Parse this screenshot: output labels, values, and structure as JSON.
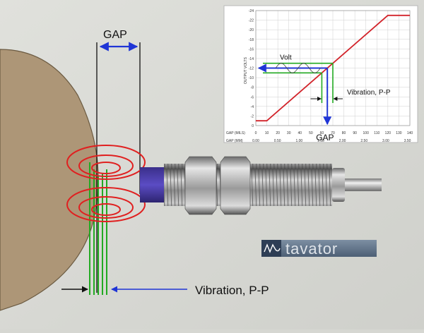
{
  "labels": {
    "gap_top": "GAP",
    "vibration_bottom": "Vibration, P-P",
    "volt": "Volt",
    "vibration_inset": "Vibration, P-P",
    "gap_inset": "GAP"
  },
  "logo": {
    "text": "tavator"
  },
  "chart_data": {
    "type": "line",
    "ylabel": "OUTPUT VOLTS",
    "xaxis_mils": {
      "label": "GAP (MILS)",
      "ticks": [
        "0",
        "10",
        "20",
        "30",
        "40",
        "50",
        "60",
        "70",
        "80",
        "90",
        "100",
        "110",
        "120",
        "130",
        "140"
      ]
    },
    "xaxis_mm": {
      "label": "GAP (MM)",
      "ticks": [
        "0.00",
        "0.50",
        "1.00",
        "1.50",
        "2.00",
        "2.50",
        "3.00",
        "3.50"
      ]
    },
    "yticks": [
      "0",
      "-2",
      "-4",
      "-6",
      "-8",
      "-10",
      "-12",
      "-14",
      "-16",
      "-18",
      "-20",
      "-22",
      "-24"
    ],
    "xlim": [
      0,
      140
    ],
    "ylim": [
      0,
      -24
    ],
    "grid": true,
    "series": [
      {
        "values": [
          [
            0,
            -1
          ],
          [
            10,
            -1
          ],
          [
            120,
            -23
          ],
          [
            140,
            -23
          ]
        ],
        "color": "#d2232a"
      }
    ],
    "operating_point": {
      "gap_mils": 65,
      "volts": -12
    }
  },
  "colors": {
    "target": "#ad9677",
    "coil": "#e02020",
    "field": "#22aa22",
    "arrow_blue": "#1f35d6",
    "curve": "#d2232a"
  }
}
